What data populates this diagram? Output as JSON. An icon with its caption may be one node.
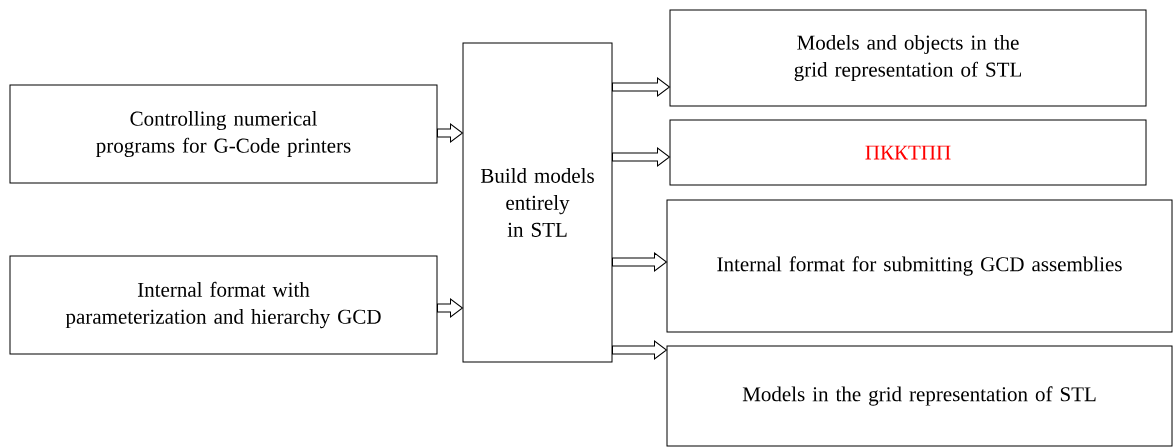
{
  "diagram": {
    "nodes": [
      {
        "text": [
          "Controlling numerical programs for G-Code printers"
        ]
      },
      {
        "text": [
          "Internal format with parameterization and hierarchy GCD"
        ]
      },
      {
        "text": [
          "Build models entirely in STL"
        ]
      },
      {
        "text": [
          "Models and objects in the grid representation of STL"
        ]
      },
      {
        "text": [
          "ПККТПП"
        ]
      },
      {
        "text": [
          "Internal format for submitting GCD assemblies"
        ]
      },
      {
        "text": [
          "Models in the grid representation of STL"
        ]
      }
    ],
    "edges": [
      {
        "from": 0,
        "to": 2,
        "arrow": "to"
      },
      {
        "from": 1,
        "to": 2,
        "arrow": "to"
      },
      {
        "from": 2,
        "to": 3,
        "arrow": "to"
      },
      {
        "from": 2,
        "to": 4,
        "arrow": "to"
      },
      {
        "from": 2,
        "to": 5,
        "arrow": "to"
      },
      {
        "from": 2,
        "to": 6,
        "arrow": "to"
      }
    ]
  }
}
